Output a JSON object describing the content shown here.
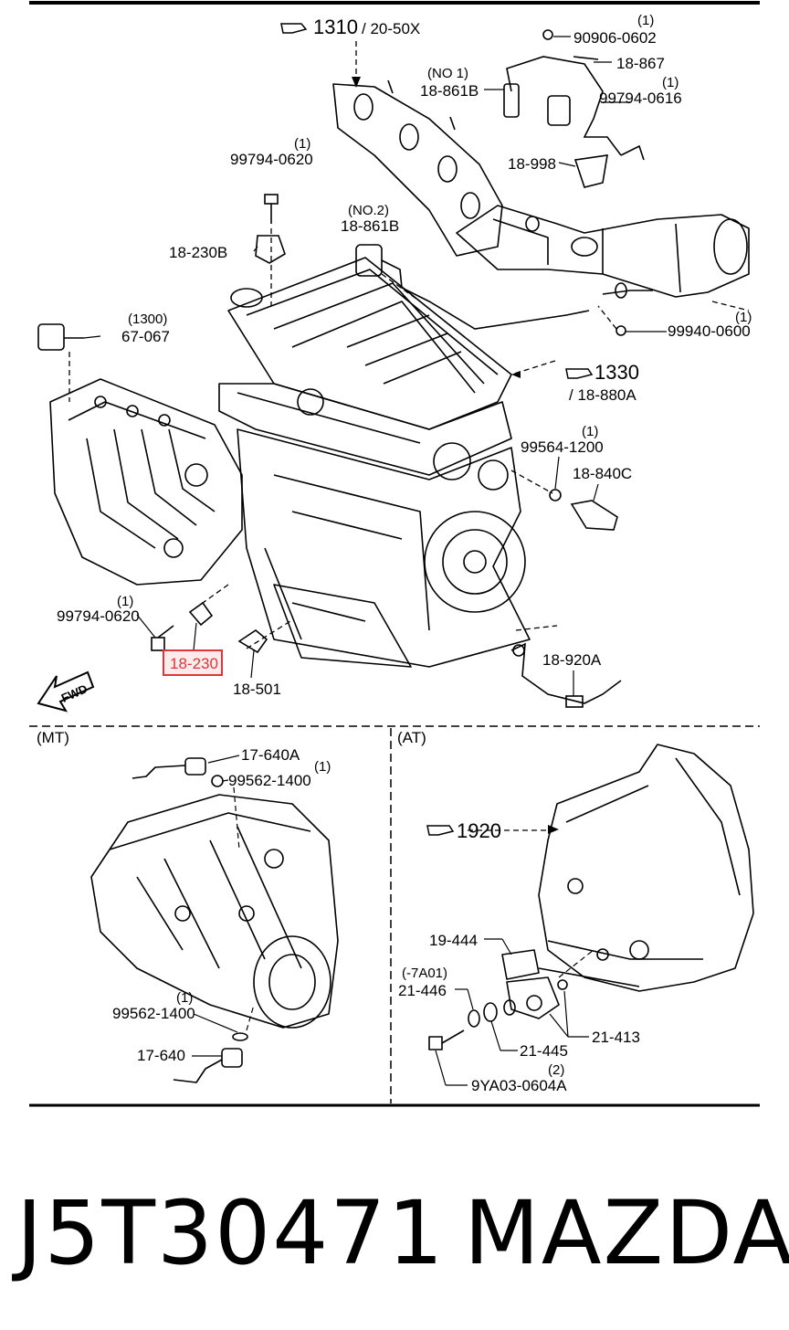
{
  "labels": {
    "ref_1310": "1310",
    "ref_1310_sub": "/ 20-50X",
    "p_90906_0602_qty": "(1)",
    "p_90906_0602": "90906-0602",
    "p_18_867": "18-867",
    "no1": "(NO 1)",
    "p_18_861b_a": "18-861B",
    "p_99794_0616_qty": "(1)",
    "p_99794_0616": "99794-0616",
    "p_18_998": "18-998",
    "p_99794_0620_top_qty": "(1)",
    "p_99794_0620_top": "99794-0620",
    "no2": "(NO.2)",
    "p_18_861b_b": "18-861B",
    "p_18_230b": "18-230B",
    "ref_1300": "(1300)",
    "p_67_067": "67-067",
    "p_99940_0600_qty": "(1)",
    "p_99940_0600": "99940-0600",
    "ref_1330": "1330",
    "ref_1330_sub": "/ 18-880A",
    "p_99564_1200_qty": "(1)",
    "p_99564_1200": "99564-1200",
    "p_18_840c": "18-840C",
    "p_99794_0620_low_qty": "(1)",
    "p_99794_0620_low": "99794-0620",
    "p_18_230": "18-230",
    "p_18_501": "18-501",
    "p_18_920a": "18-920A",
    "fwd": "FWD",
    "mt": "(MT)",
    "at": "(AT)",
    "p_17_640a": "17-640A",
    "p_99562_1400_top_qty": "(1)",
    "p_99562_1400_top": "99562-1400",
    "p_99562_1400_low_qty": "(1)",
    "p_99562_1400_low": "99562-1400",
    "p_17_640": "17-640",
    "ref_1920": "1920",
    "p_19_444": "19-444",
    "p_7a01": "(-7A01)",
    "p_21_446": "21-446",
    "p_21_445": "21-445",
    "p_21_413": "21-413",
    "p_9ya03_qty": "(2)",
    "p_9ya03": "9YA03-0604A"
  },
  "colors": {
    "highlight_border": "#e0343a",
    "highlight_fill": "#fdeaea",
    "highlight_text": "#e0343a"
  },
  "caption": {
    "part_number": "J5T30471",
    "brand": "MAZDA"
  }
}
